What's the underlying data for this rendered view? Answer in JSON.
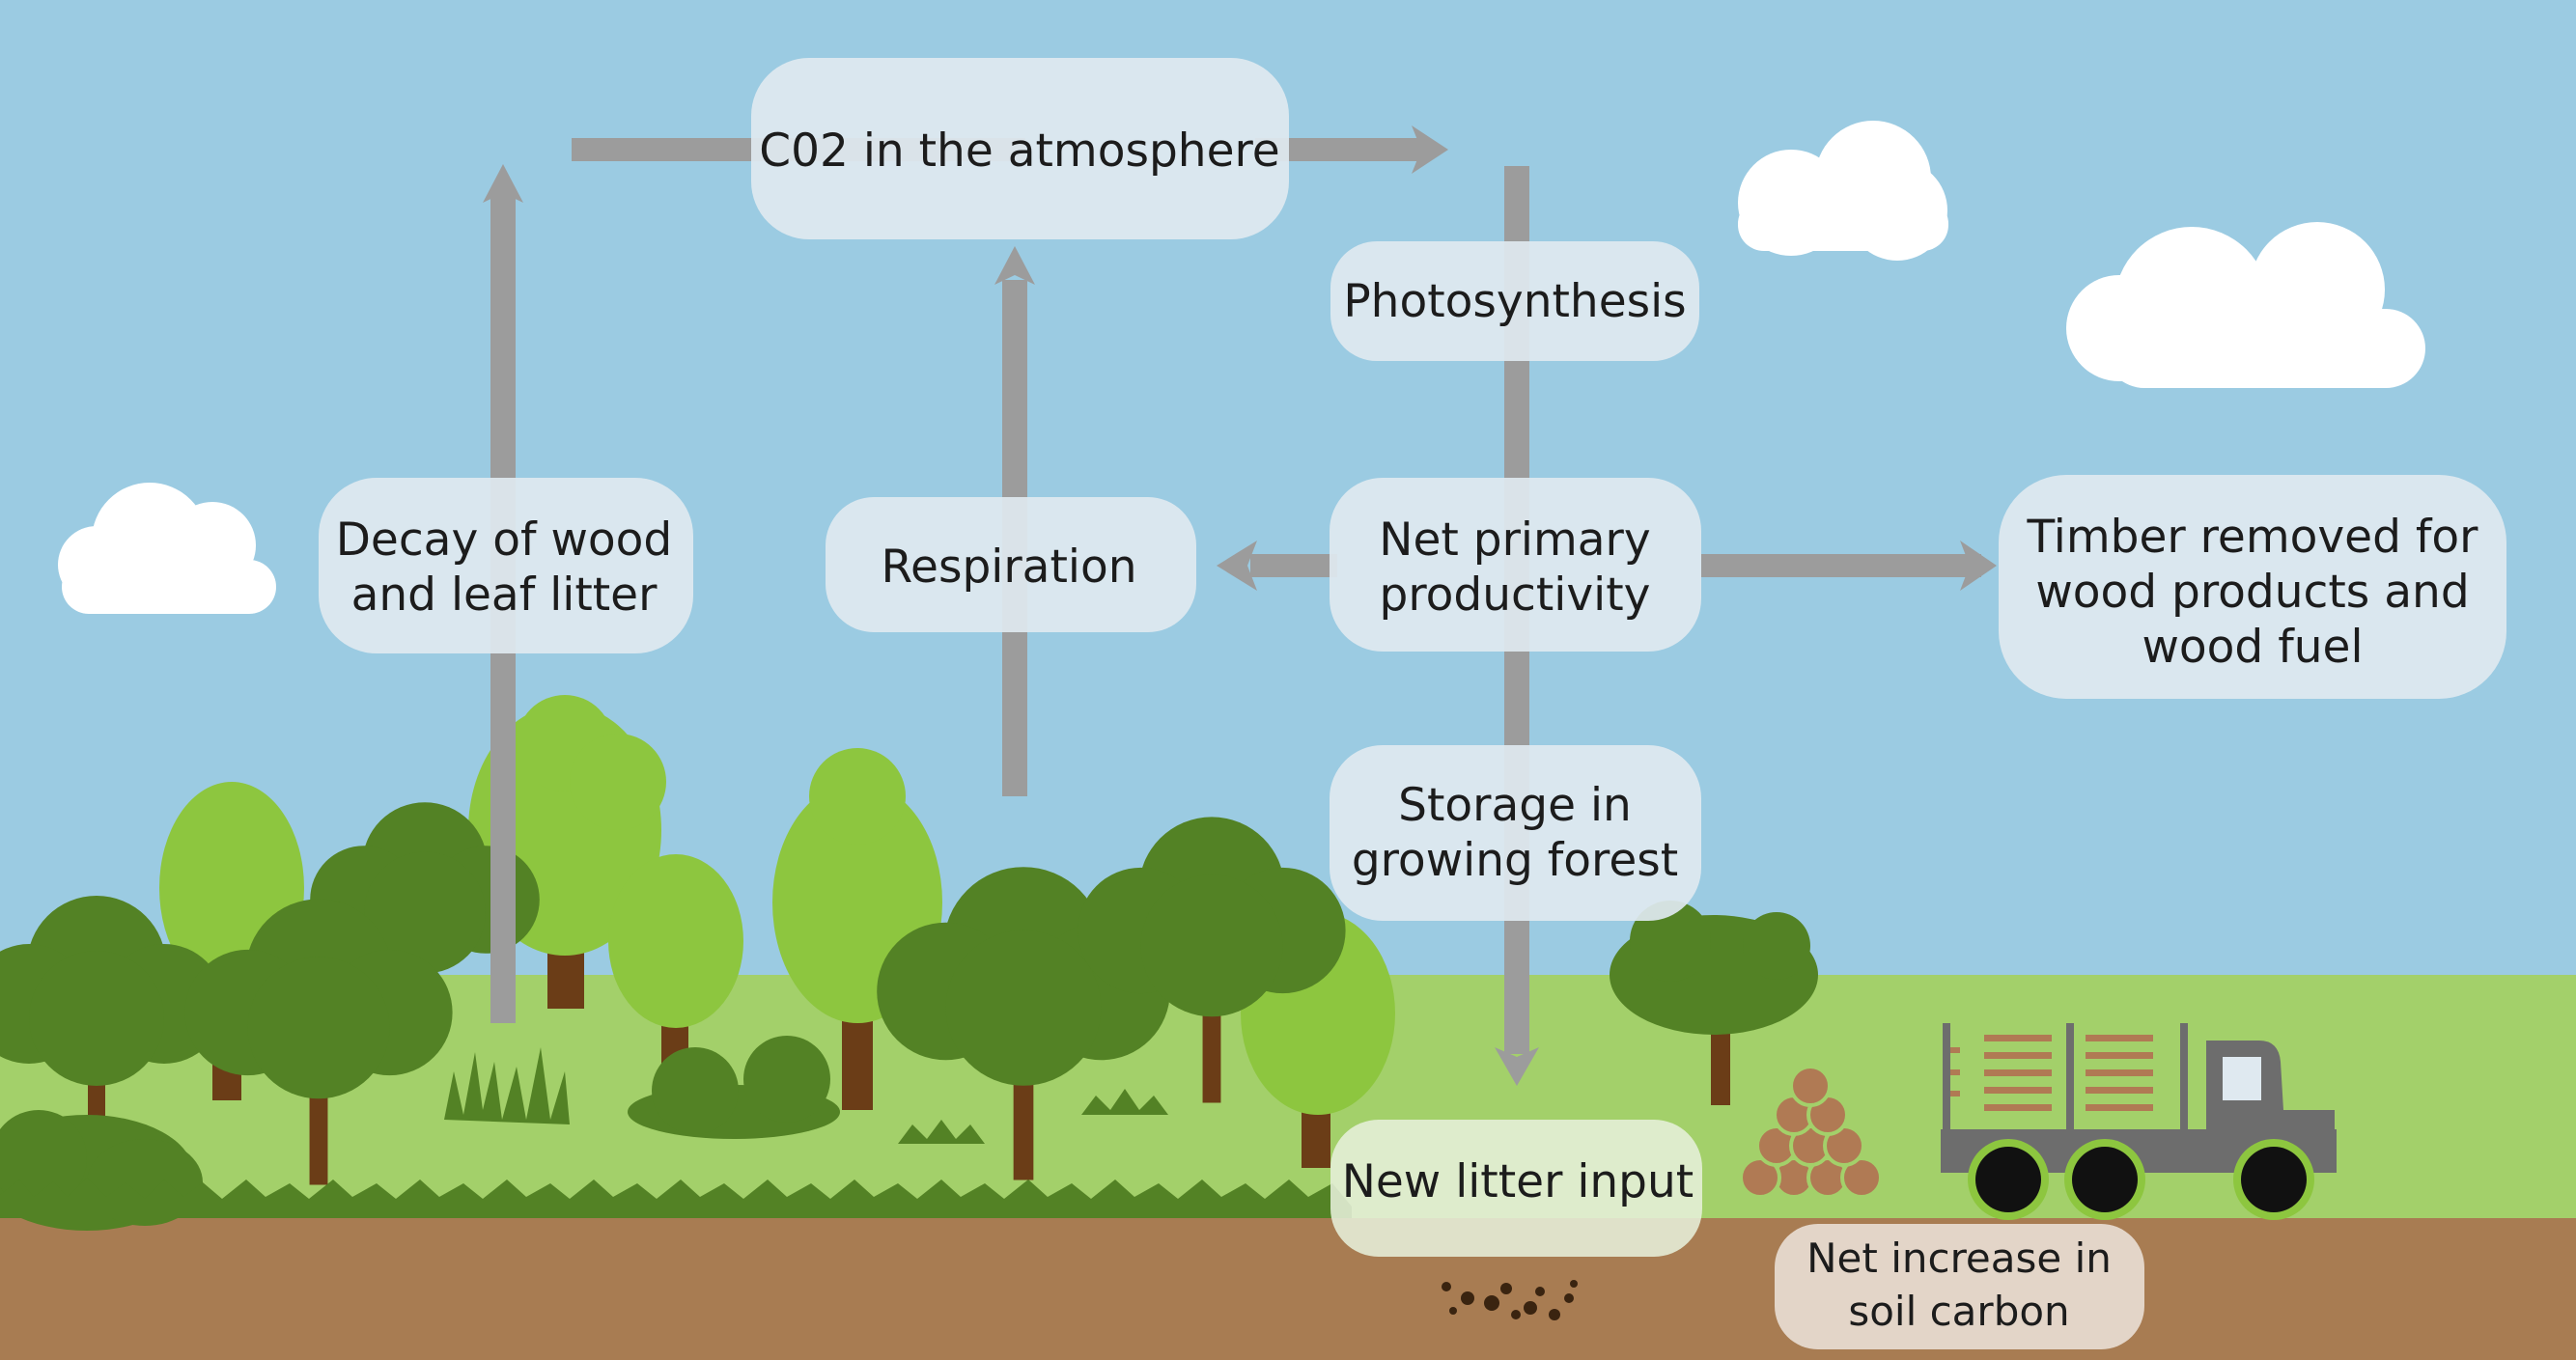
{
  "diagram": {
    "atmosphere_label": "C02 in the atmosphere",
    "photosynthesis_label": "Photosynthesis",
    "npp_label": [
      "Net primary",
      "productivity"
    ],
    "respiration_label": "Respiration",
    "decay_label": [
      "Decay of wood",
      "and leaf litter"
    ],
    "timber_label": [
      "Timber removed for",
      "wood products and",
      "wood fuel"
    ],
    "storage_label": [
      "Storage in",
      "growing forest"
    ],
    "litter_label": "New litter input",
    "soil_carbon_label": [
      "Net increase in",
      "soil carbon"
    ]
  },
  "colors": {
    "sky": "#9bcbe2",
    "grass": "#a3d06a",
    "soil": "#a87c52",
    "arrow": "#9c9c9c",
    "box_fill": "#dfe9f0",
    "soil_box_fill": "#e3d5c8",
    "tree_dark": "#538225",
    "tree_light": "#8dc63f",
    "trunk": "#6b3d17",
    "truck": "#6d6d6d"
  }
}
